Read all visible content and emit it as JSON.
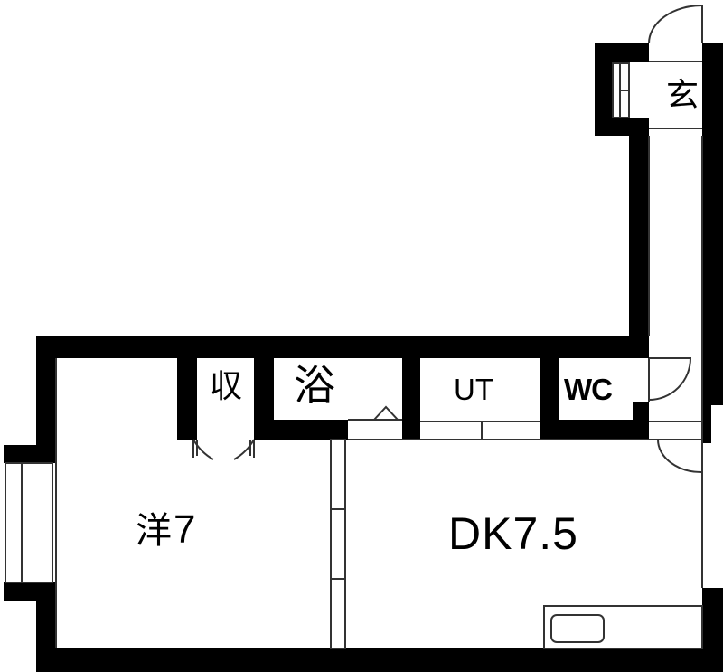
{
  "floor_plan": {
    "type": "apartment floor plan",
    "layout": "1DK",
    "rooms": {
      "genkan": {
        "label": "玄",
        "meaning": "entrance"
      },
      "storage": {
        "label": "収",
        "meaning": "closet"
      },
      "bath": {
        "label": "浴",
        "meaning": "bathroom"
      },
      "utility": {
        "label": "UT",
        "meaning": "utility / washroom"
      },
      "toilet": {
        "label": "WC",
        "meaning": "toilet"
      },
      "western_room": {
        "label": "洋",
        "size": "7",
        "meaning": "western-style room, 7 jo"
      },
      "dining_kitchen": {
        "label": "DK",
        "size": "7.5",
        "meaning": "dining kitchen, 7.5 jo"
      }
    },
    "colors": {
      "wall": "#000000",
      "floor": "#ffffff",
      "line": "#333333"
    }
  }
}
